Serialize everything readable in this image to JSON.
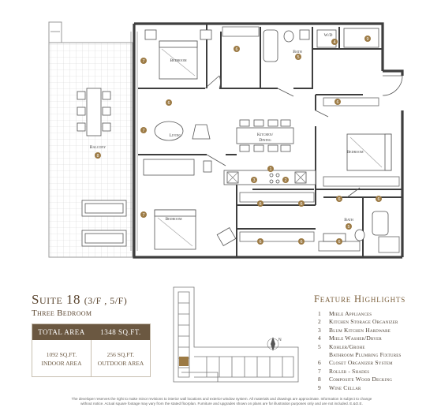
{
  "plan": {
    "labels": {
      "bedroom_top": "Bedroom",
      "bath_top": "Bath",
      "wd": "W/D",
      "kitchen": "Kitchen/",
      "dining": "Dining",
      "living": "Living",
      "bedroom_right": "Bedroom",
      "balcony": "Balcony",
      "bedroom_bottom": "Bedroom",
      "bath_bottom": "Bath"
    },
    "markers": {
      "m7a": "7",
      "m6a": "6",
      "m5a": "5",
      "m4": "4",
      "m9": "9",
      "m7b": "7",
      "m6b": "6",
      "m6c": "6",
      "m8": "8",
      "m1": "1",
      "m3": "3",
      "m2": "2",
      "m7c": "7",
      "m6d": "6",
      "m6e": "6",
      "m6f": "6",
      "m6g": "6",
      "m5b": "5",
      "m6h": "6",
      "m6i": "6",
      "m6j": "6"
    },
    "colors": {
      "wall": "#3e3e3e",
      "marker_fill": "#9c7a44",
      "balcony_grid": "#d0d0d0"
    }
  },
  "suite": {
    "title": "Suite 18",
    "floors": "(3/F , 5/F)",
    "subtitle": "Three Bedroom"
  },
  "area": {
    "total_label": "TOTAL AREA",
    "total_value": "1348 SQ.FT.",
    "indoor_value": "1092 SQ.FT.",
    "indoor_label": "INDOOR AREA",
    "outdoor_value": "256 SQ.FT.",
    "outdoor_label": "OUTDOOR AREA"
  },
  "features": {
    "title": "Feature Highlights",
    "items": [
      {
        "num": "1",
        "text": "Miele Appliances"
      },
      {
        "num": "2",
        "text": "Kitchen Storage Organizer"
      },
      {
        "num": "3",
        "text": "Blum Kitchen Hardware"
      },
      {
        "num": "4",
        "text": "Miele Washer/Dryer"
      },
      {
        "num": "5",
        "text": "Kohler/Grohe"
      },
      {
        "num": "",
        "text": "Bathroom Plumbing Fixtures"
      },
      {
        "num": "6",
        "text": "Closet Organizer System"
      },
      {
        "num": "7",
        "text": "Roller - Shades"
      },
      {
        "num": "8",
        "text": "Composite Wood Decking"
      },
      {
        "num": "9",
        "text": "Wine Cellar"
      }
    ]
  },
  "keyplan": {
    "compass_letter": "N"
  },
  "disclaimer": {
    "line1": "The developer reserves the right to make minor revisions to interior wall locations and exterior window system. All materials and drawings are approximate. Information is subject to change",
    "line2": "without notice. Actual square footage may vary from the stated floorplan. Furniture and upgrades shown on plans are for illustration purposes only and are not included. E.&O.E."
  }
}
